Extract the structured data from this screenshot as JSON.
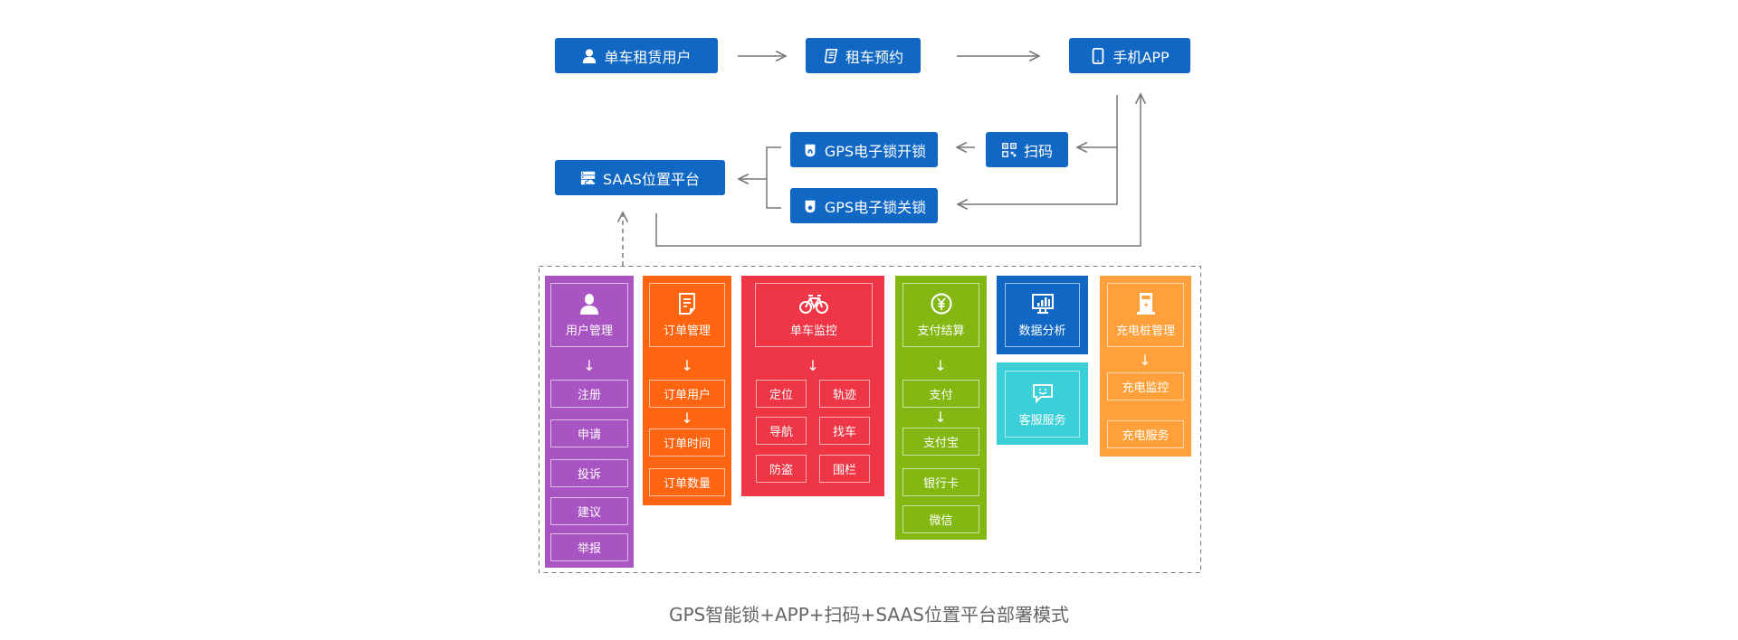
{
  "caption": "GPS智能锁+APP+扫码+SAAS位置平台部署模式",
  "colors": {
    "node_blue": "#1168c4",
    "connector_gray": "#777777",
    "user_mgmt": "#a855c3",
    "order_mgmt": "#ff6410",
    "bike_monitor": "#ef3646",
    "payment": "#83b813",
    "data_analysis": "#1168c4",
    "customer_service": "#3bcfd7",
    "charging": "#ffa03a"
  },
  "flow": {
    "rental_user": {
      "label": "单车租赁用户",
      "icon": "user-icon"
    },
    "reservation": {
      "label": "租车预约",
      "icon": "document-icon"
    },
    "mobile_app": {
      "label": "手机APP",
      "icon": "phone-icon"
    },
    "scan": {
      "label": "扫码",
      "icon": "qr-code-icon"
    },
    "gps_unlock": {
      "label": "GPS电子锁开锁",
      "icon": "lock-open-icon"
    },
    "gps_lock": {
      "label": "GPS电子锁关锁",
      "icon": "lock-closed-icon"
    },
    "saas": {
      "label": "SAAS位置平台",
      "icon": "server-cloud-icon"
    }
  },
  "modules": {
    "user_mgmt": {
      "title": "用户管理",
      "icon": "user-icon",
      "items": [
        "注册",
        "申请",
        "投诉",
        "建议",
        "举报"
      ]
    },
    "order_mgmt": {
      "title": "订单管理",
      "icon": "document-icon",
      "items": [
        "订单用户",
        "订单时间",
        "订单数量"
      ]
    },
    "bike_monitor": {
      "title": "单车监控",
      "icon": "bicycle-icon",
      "items": [
        "定位",
        "轨迹",
        "导航",
        "找车",
        "防盗",
        "围栏"
      ]
    },
    "payment": {
      "title": "支付结算",
      "icon": "yuan-icon",
      "items": [
        "支付",
        "支付宝",
        "银行卡",
        "微信"
      ]
    },
    "data_analysis": {
      "title": "数据分析",
      "icon": "monitor-chart-icon"
    },
    "customer_service": {
      "title": "客服服务",
      "icon": "chat-smile-icon"
    },
    "charging": {
      "title": "充电桩管理",
      "icon": "charging-station-icon",
      "items": [
        "充电监控",
        "充电服务"
      ]
    }
  }
}
